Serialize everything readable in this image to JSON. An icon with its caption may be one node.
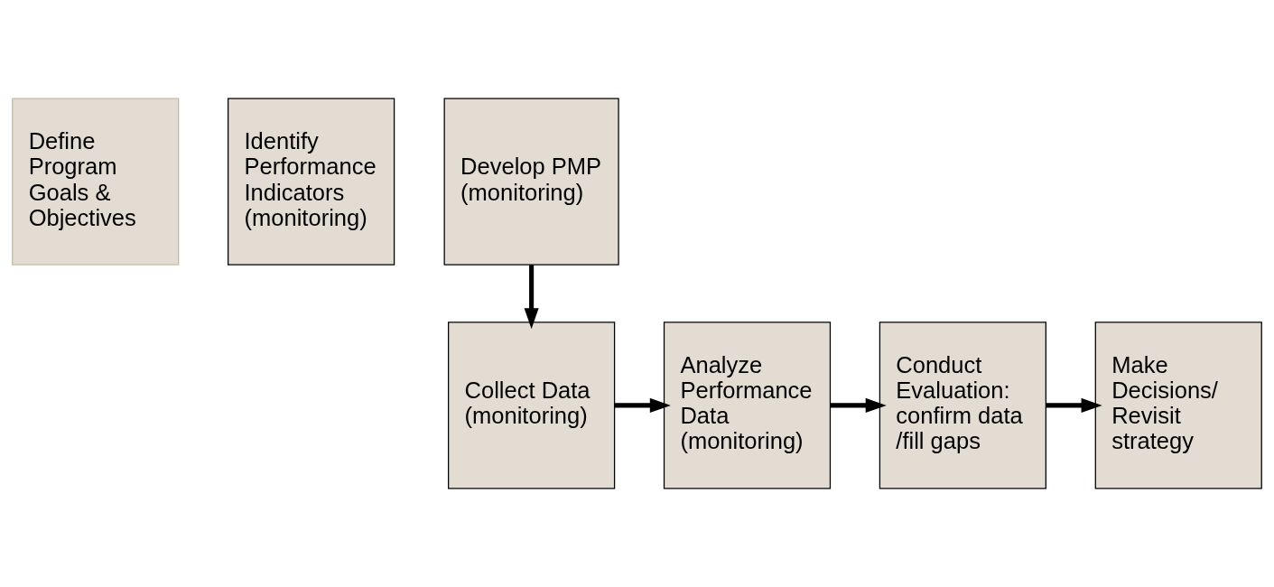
{
  "diagram": {
    "nodes": [
      {
        "text": [
          "Define Program Goals & Objectives"
        ]
      },
      {
        "text": [
          "Identify Performance Indicators (monitoring)"
        ]
      },
      {
        "text": [
          "Develop PMP (monitoring)"
        ]
      },
      {
        "text": [
          "Collect Data (monitoring)"
        ]
      },
      {
        "text": [
          "Analyze Performance Data (monitoring)"
        ]
      },
      {
        "text": [
          "Conduct Evaluation: confirm data /fill gaps"
        ]
      },
      {
        "text": [
          "Make Decisions/ Revisit strategy"
        ]
      }
    ],
    "edges": [
      {
        "from": 2,
        "to": 3,
        "arrow": "to"
      },
      {
        "from": 3,
        "to": 4,
        "arrow": "to"
      },
      {
        "from": 4,
        "to": 5,
        "arrow": "to"
      },
      {
        "from": 5,
        "to": 6,
        "arrow": "to"
      }
    ]
  }
}
